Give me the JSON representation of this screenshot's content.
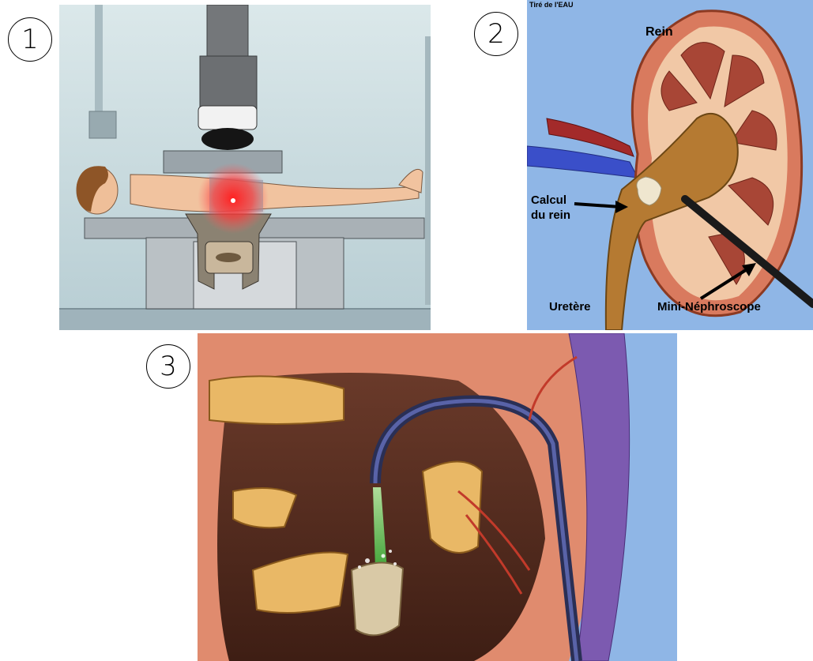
{
  "panels": [
    {
      "number": "1"
    },
    {
      "number": "2",
      "credit": "Tiré de l'EAU",
      "labels": {
        "kidney": "Rein",
        "stone_line1": "Calcul",
        "stone_line2": "du rein",
        "ureter": "Uretère",
        "scope": "Mini-Néphroscope"
      }
    },
    {
      "number": "3"
    }
  ],
  "colors": {
    "lithotripsy_bg": "#c9d9de",
    "kidney_bg": "#8fb6e6",
    "kidney_tissue": "#d97a5e",
    "stone": "#efe6cf",
    "laser": "#7fd06a"
  }
}
